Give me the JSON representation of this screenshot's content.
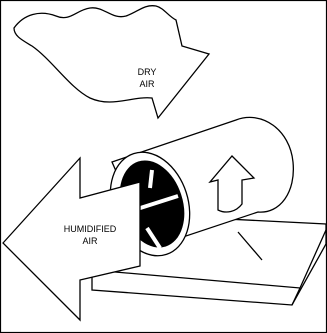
{
  "labels": {
    "dry_air_line1": "DRY",
    "dry_air_line2": "AIR",
    "humidified_air_line1": "HUMIDIFIED",
    "humidified_air_line2": "AIR"
  },
  "colors": {
    "line": "#000000",
    "fill": "#ffffff",
    "cavity": "#000000"
  },
  "icons": [
    "dry-air-arrow",
    "humidified-air-arrow",
    "rotation-arrow-icon"
  ]
}
